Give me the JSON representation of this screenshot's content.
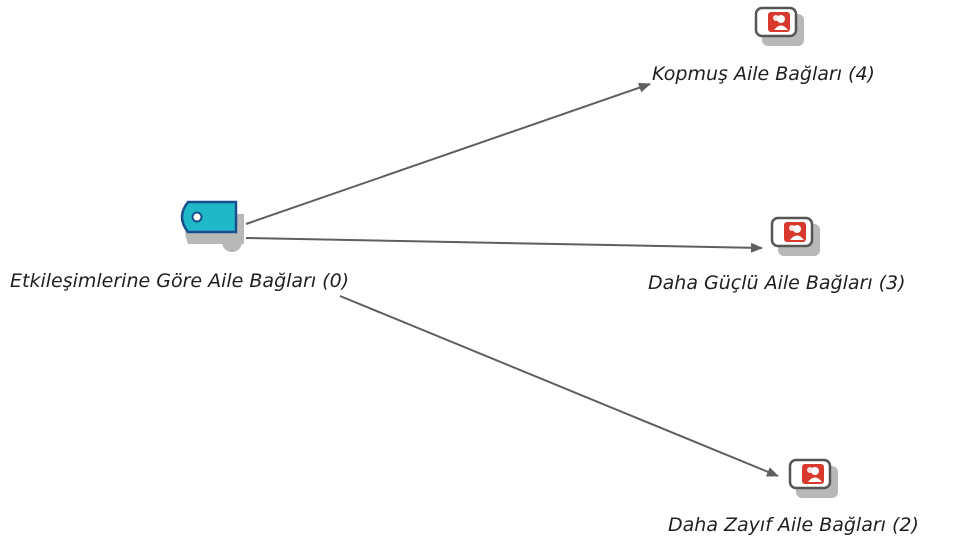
{
  "diagram": {
    "root": {
      "label": "Etkileşimlerine Göre Aile Bağları (0)",
      "icon": "tag-icon",
      "color": "#1fb8c8"
    },
    "children": [
      {
        "label": "Kopmuş Aile Bağları (4)",
        "icon": "person-card-icon"
      },
      {
        "label": "Daha Güçlü Aile Bağları (3)",
        "icon": "person-card-icon"
      },
      {
        "label": "Daha Zayıf Aile Bağları (2)",
        "icon": "person-card-icon"
      }
    ],
    "colors": {
      "edge": "#5f5f5f",
      "person_icon": "#d9382c",
      "shadow": "#b8b8b8"
    }
  }
}
